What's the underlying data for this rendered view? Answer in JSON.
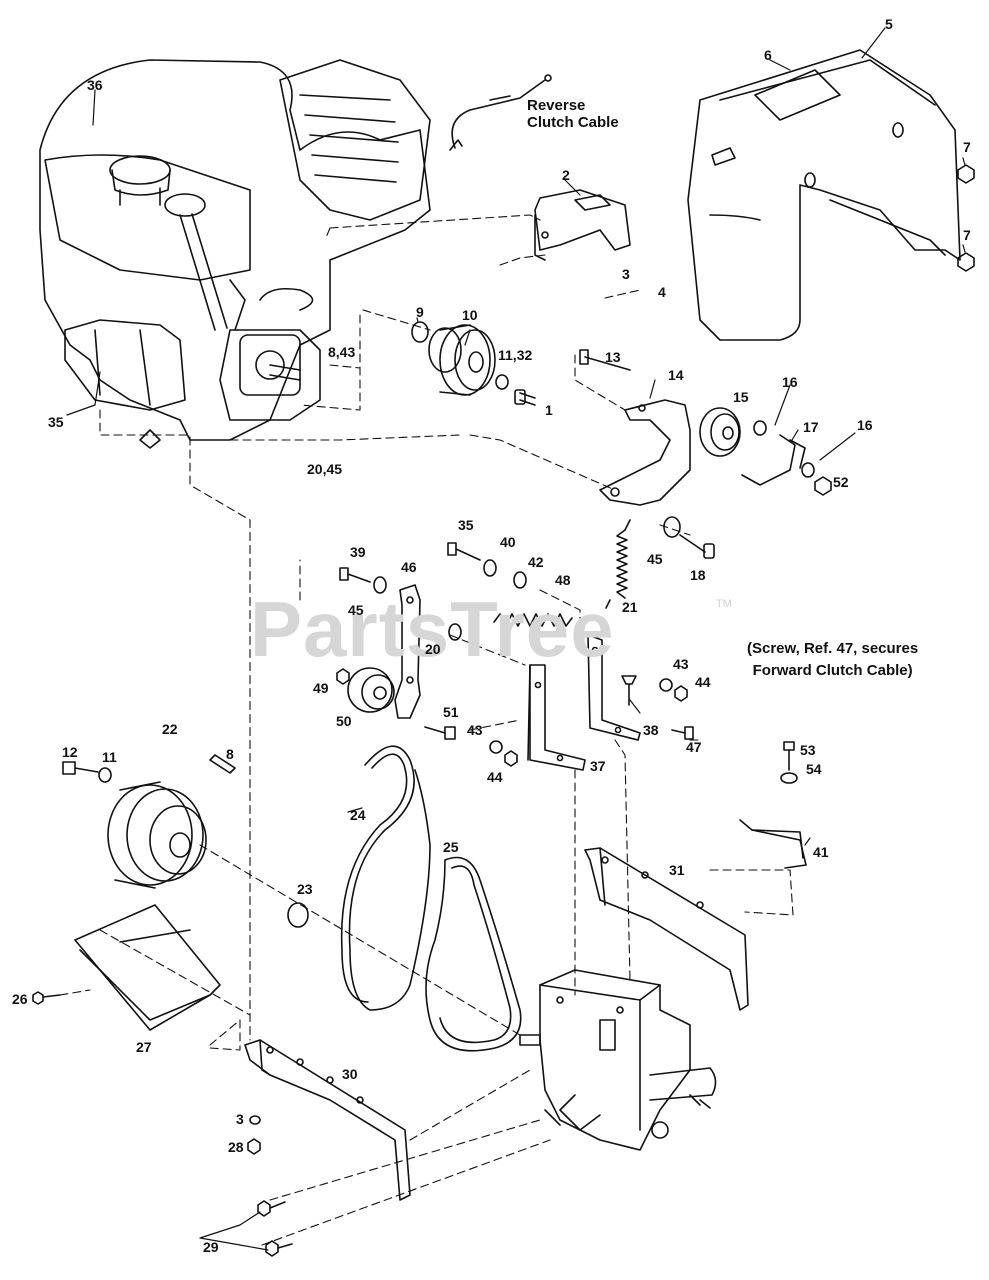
{
  "watermark": {
    "text": "PartsTree",
    "trademark": "TM"
  },
  "annotations": {
    "reverse_cable": [
      "Reverse",
      "Clutch Cable"
    ],
    "note": [
      "(Screw, Ref. 47, secures",
      "Forward Clutch Cable)"
    ]
  },
  "callouts": {
    "c36": "36",
    "c5": "5",
    "c6": "6",
    "c2": "2",
    "c7a": "7",
    "c7b": "7",
    "c3a": "3",
    "c4": "4",
    "c9": "9",
    "c10": "10",
    "c8_43": "8,43",
    "c11_32": "11,32",
    "c1": "1",
    "c13": "13",
    "c14": "14",
    "c15": "15",
    "c16a": "16",
    "c16b": "16",
    "c17": "17",
    "c52": "52",
    "c35a": "35",
    "c20_45": "20,45",
    "c35b": "35",
    "c40": "40",
    "c42": "42",
    "c48": "48",
    "c39": "39",
    "c46": "46",
    "c45a": "45",
    "c45b": "45",
    "c18": "18",
    "c21": "21",
    "c20": "20",
    "c43a": "43",
    "c44a": "44",
    "c49": "49",
    "c51": "51",
    "c50": "50",
    "c43b": "43",
    "c38": "38",
    "c44b": "44",
    "c47": "47",
    "c37": "37",
    "c53": "53",
    "c54": "54",
    "c12": "12",
    "c11": "11",
    "c22": "22",
    "c8": "8",
    "c24": "24",
    "c25": "25",
    "c41": "41",
    "c23": "23",
    "c31": "31",
    "c26": "26",
    "c27": "27",
    "c30": "30",
    "c3b": "3",
    "c28": "28",
    "c29": "29"
  }
}
